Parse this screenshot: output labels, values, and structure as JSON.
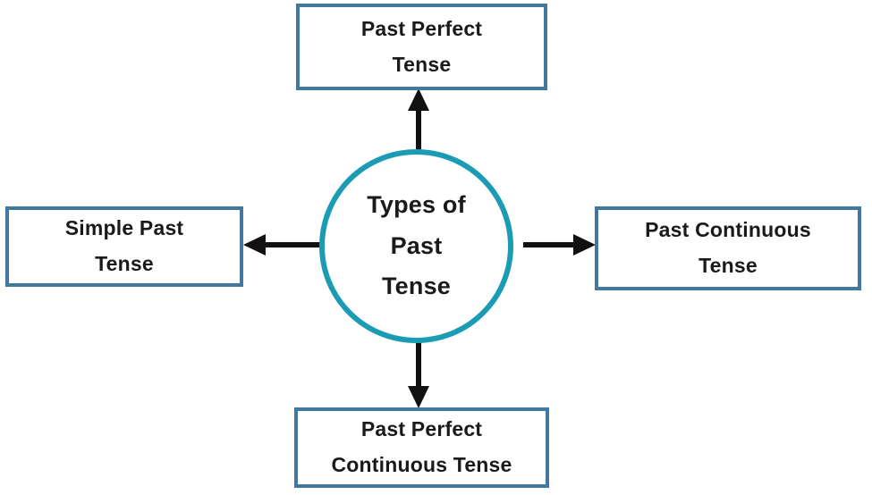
{
  "diagram": {
    "type": "hub-and-spoke",
    "center": {
      "label": "Types of Past Tense",
      "line1": "Types of",
      "line2": "Past",
      "line3": "Tense",
      "shape": "circle",
      "stroke_color": "#1b9cb4",
      "fill_color": "#ffffff"
    },
    "node_style": {
      "border_color": "#41789f",
      "fill_color": "#ffffff",
      "text_color": "#1a1a1a"
    },
    "arrow_color": "#111111",
    "nodes": [
      {
        "id": "past-perfect-tense",
        "position": "top",
        "line1": "Past Perfect",
        "line2": "Tense",
        "label": "Past Perfect Tense",
        "arrow_direction": "up"
      },
      {
        "id": "simple-past-tense",
        "position": "left",
        "line1": "Simple Past",
        "line2": "Tense",
        "label": "Simple Past Tense",
        "arrow_direction": "left"
      },
      {
        "id": "past-continuous-tense",
        "position": "right",
        "line1": "Past Continuous",
        "line2": "Tense",
        "label": "Past Continuous Tense",
        "arrow_direction": "right"
      },
      {
        "id": "past-perfect-continuous-tense",
        "position": "bottom",
        "line1": "Past Perfect",
        "line2": "Continuous Tense",
        "label": "Past Perfect Continuous Tense",
        "arrow_direction": "down"
      }
    ]
  }
}
